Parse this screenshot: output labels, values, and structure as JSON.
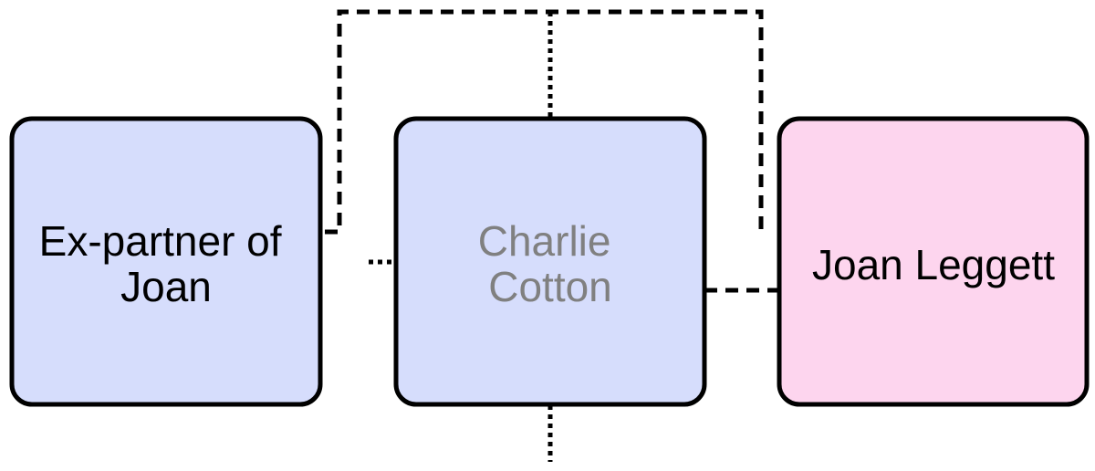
{
  "nodes": [
    {
      "id": "ex-partner-of-joan",
      "lines": [
        "Ex-partner of",
        "Joan"
      ],
      "fill": "#d6ddfc",
      "text_color": "#000000"
    },
    {
      "id": "charlie-cotton",
      "lines": [
        "Charlie",
        "Cotton"
      ],
      "fill": "#d6ddfc",
      "text_color": "#808080"
    },
    {
      "id": "joan-leggett",
      "lines": [
        "Joan Leggett"
      ],
      "fill": "#fdd5ee",
      "text_color": "#000000"
    }
  ],
  "edges": [
    {
      "from": "ex-partner-of-joan",
      "to": "joan-leggett",
      "style": "dashed"
    },
    {
      "from": "ex-partner-of-joan",
      "to": "charlie-cotton",
      "style": "dotted"
    },
    {
      "from": "charlie-cotton",
      "to": "joan-leggett",
      "style": "dashed"
    },
    {
      "from": "charlie-cotton",
      "to": "parent-connection",
      "style": "dotted"
    },
    {
      "from": "charlie-cotton",
      "to": "child-connection",
      "style": "dotted"
    }
  ]
}
